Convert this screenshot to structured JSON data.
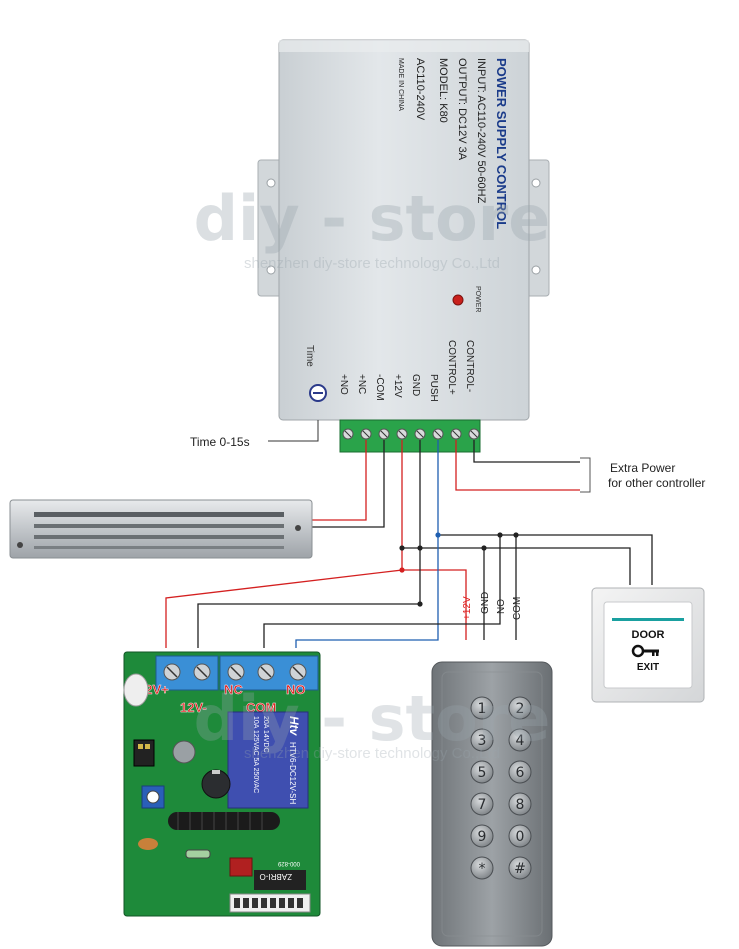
{
  "psu": {
    "title": "POWER SUPPLY CONTROL",
    "input": "INPUT: AC110-240V 50-60HZ",
    "output": "OUTPUT: DC12V 3A",
    "model": "MODEL: K80",
    "voltage": "AC110-240V",
    "made_in": "MADE IN CHINA",
    "power_label": "POWER",
    "time_label": "Time",
    "terminals": [
      "+NO",
      "+NC",
      "-COM",
      "+12V",
      "GND",
      "PUSH",
      "CONTROL+",
      "CONTROL-"
    ]
  },
  "callouts": {
    "time_range": "Time 0-15s",
    "extra_power_line1": "Extra Power",
    "extra_power_line2": "for other controller"
  },
  "keypad": {
    "wire_labels": [
      "+12V",
      "GND",
      "NO",
      "COM"
    ],
    "keys": [
      "1",
      "2",
      "3",
      "4",
      "5",
      "6",
      "7",
      "8",
      "9",
      "0",
      "*",
      "#"
    ]
  },
  "exit_button": {
    "line1": "DOOR",
    "line2": "EXIT"
  },
  "relay_board": {
    "label_12v_plus": "12V+",
    "label_12v_minus": "12V-",
    "label_nc": "NC",
    "label_com": "COM",
    "label_no": "NO",
    "relay_brand": "Htv",
    "relay_model": "HTV6-DC12V-SH",
    "relay_spec1": "20A 14VDC",
    "relay_spec2": "10A 125VAC 5A 250VAC",
    "chip_label": "ZABRI-O",
    "cap_label": "000-829"
  },
  "watermark": {
    "brand": "diy - store",
    "tagline": "shenzhen diy-store technology Co.,Ltd"
  },
  "colors": {
    "wire_red": "#d42020",
    "wire_black": "#222222",
    "wire_blue": "#1f5fb0",
    "pcb_green": "#1e8a3a",
    "terminal_green": "#2aa34a",
    "terminal_blue": "#3a8fd6",
    "label_red": "#e02020"
  }
}
